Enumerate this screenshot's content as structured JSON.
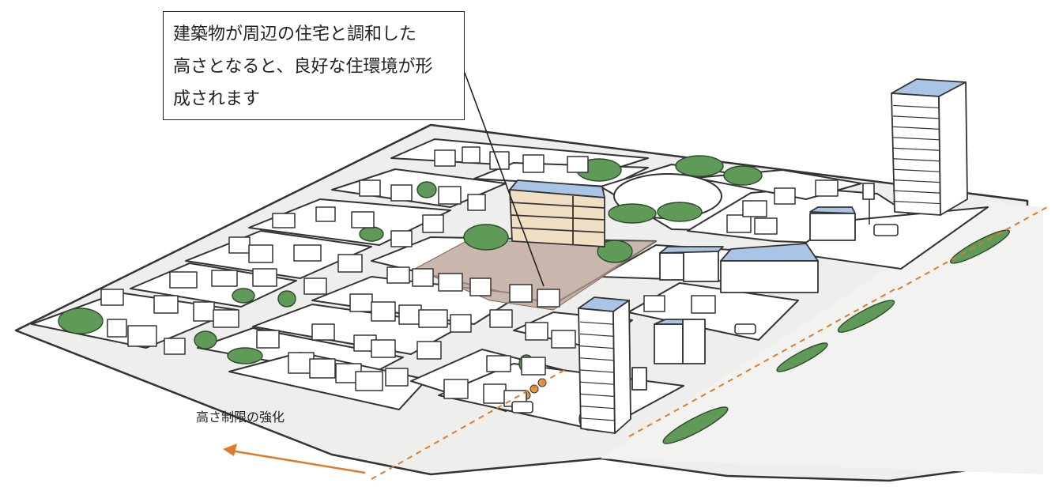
{
  "callout": {
    "lines": [
      "建築物が周辺の住宅と調和した",
      "高さとなると、良好な住環境が形",
      "成されます"
    ]
  },
  "caption": "高さ制限の強化",
  "colors": {
    "ground": "#ffffff",
    "outline": "#333333",
    "road": "#eeeeec",
    "block": "#ffffff",
    "roof": "#a9c4e4",
    "wall": "#ffffff",
    "tree": "#5f9a58",
    "tower": "#f1dfc4",
    "open_lot": "#b79e90",
    "arrow": "#e07b2a"
  }
}
